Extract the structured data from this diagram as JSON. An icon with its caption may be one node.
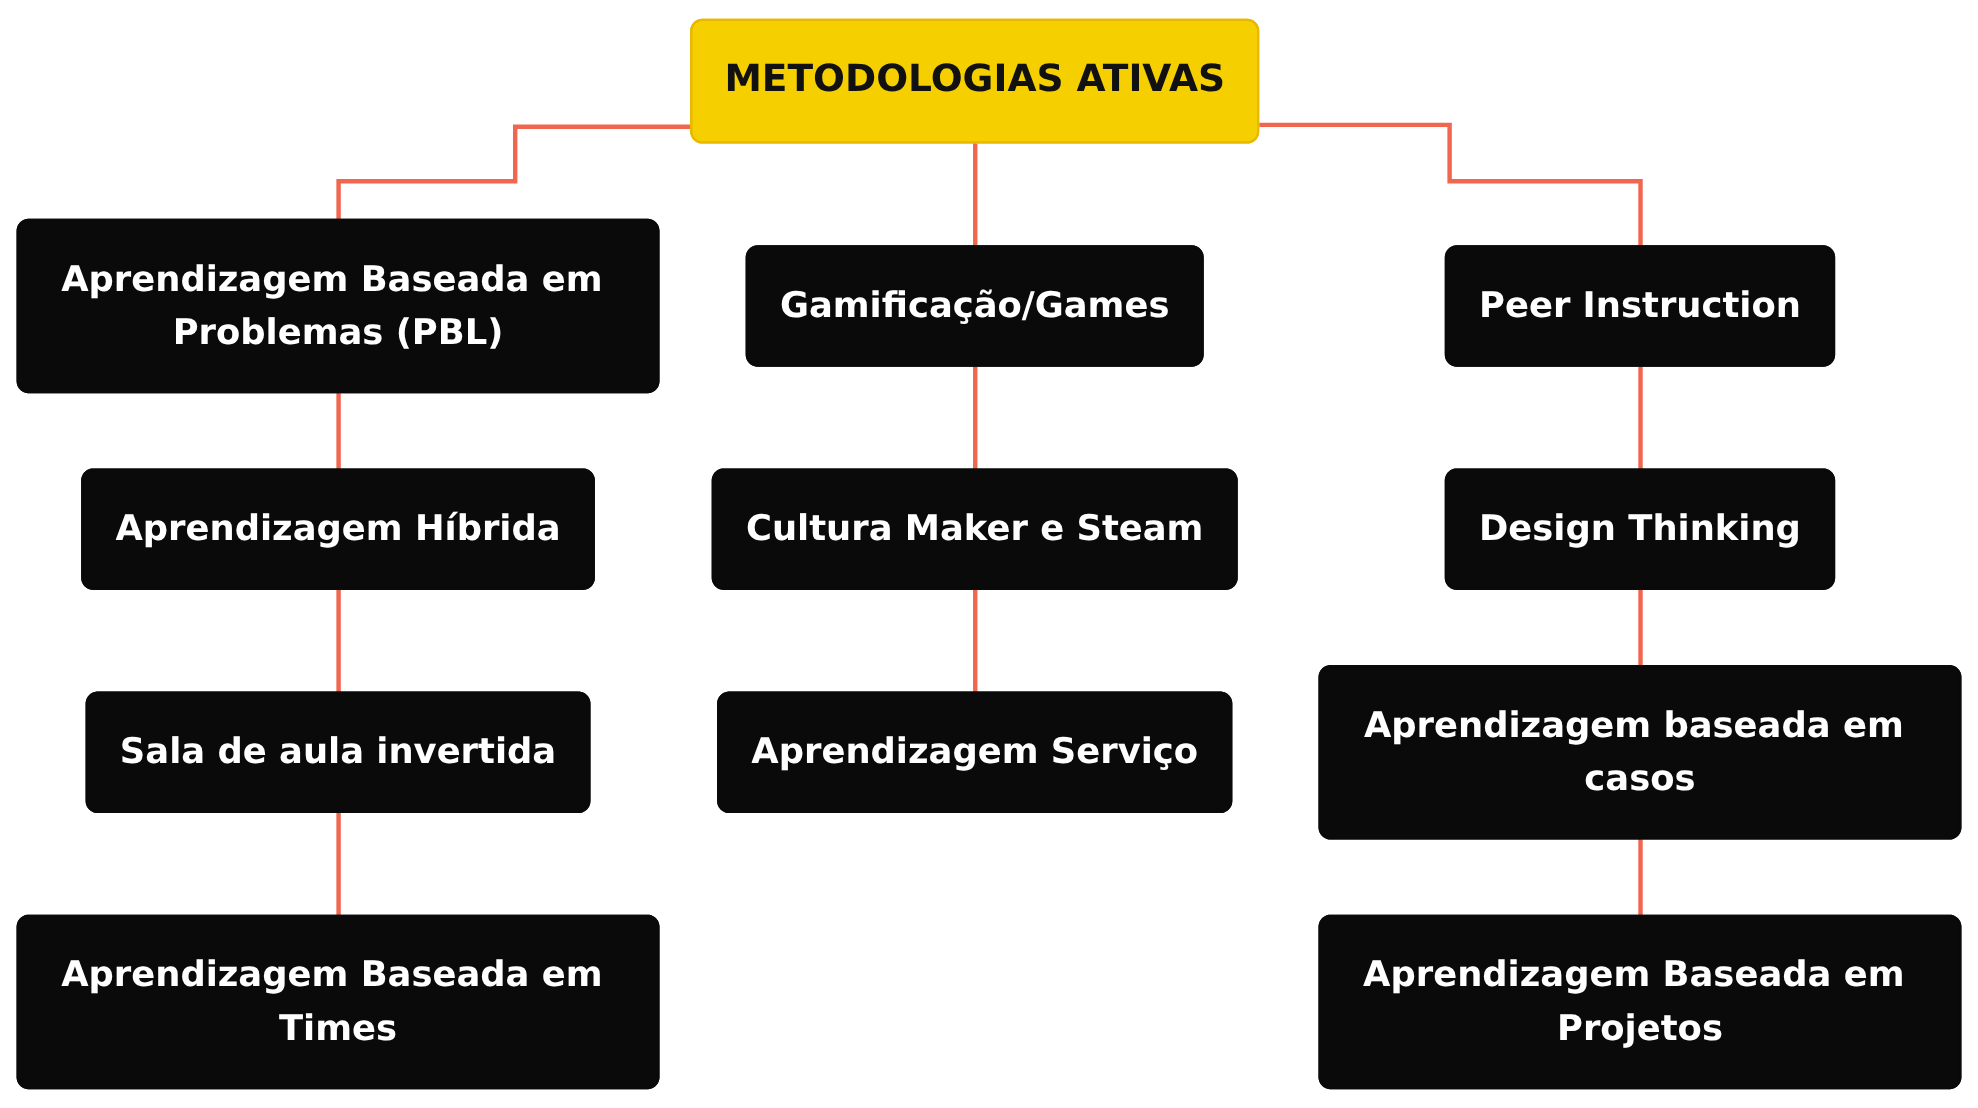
{
  "diagram": {
    "nodes": [
      {
        "text": [
          "METODOLOGIAS ATIVAS"
        ]
      },
      {
        "text": [
          "Aprendizagem Baseada em Problemas (PBL)"
        ]
      },
      {
        "text": [
          "Gamificação/Games"
        ]
      },
      {
        "text": [
          "Peer Instruction"
        ]
      },
      {
        "text": [
          "Aprendizagem Híbrida"
        ]
      },
      {
        "text": [
          "Cultura Maker e Steam"
        ]
      },
      {
        "text": [
          "Design Thinking"
        ]
      },
      {
        "text": [
          "Sala de aula invertida"
        ]
      },
      {
        "text": [
          "Aprendizagem Serviço"
        ]
      },
      {
        "text": [
          "Aprendizagem baseada em casos"
        ]
      },
      {
        "text": [
          "Aprendizagem Baseada em Times"
        ]
      },
      {
        "text": [
          "Aprendizagem Baseada em Projetos"
        ]
      }
    ],
    "edges": [
      {
        "from": 0,
        "to": 1,
        "arrow": "none"
      },
      {
        "from": 0,
        "to": 2,
        "arrow": "none"
      },
      {
        "from": 0,
        "to": 3,
        "arrow": "none"
      },
      {
        "from": 1,
        "to": 4,
        "arrow": "none"
      },
      {
        "from": 2,
        "to": 5,
        "arrow": "none"
      },
      {
        "from": 3,
        "to": 6,
        "arrow": "none"
      },
      {
        "from": 4,
        "to": 7,
        "arrow": "none"
      },
      {
        "from": 5,
        "to": 8,
        "arrow": "none"
      },
      {
        "from": 6,
        "to": 9,
        "arrow": "none"
      },
      {
        "from": 7,
        "to": 10,
        "arrow": "none"
      },
      {
        "from": 9,
        "to": 11,
        "arrow": "none"
      }
    ]
  }
}
